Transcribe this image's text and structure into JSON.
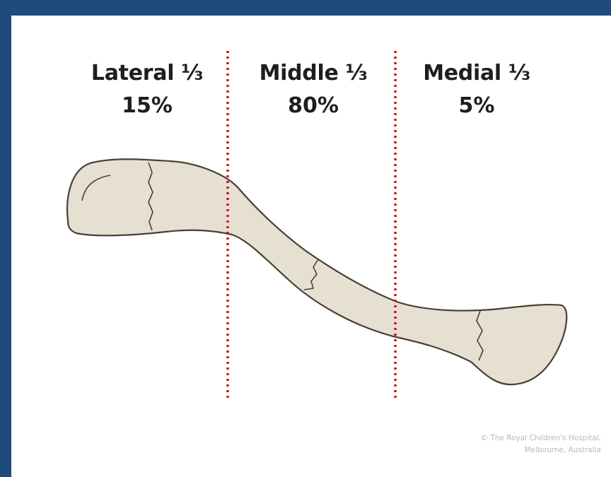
{
  "regions": [
    {
      "name": "Lateral ⅓",
      "percent": "15%"
    },
    {
      "name": "Middle ⅓",
      "percent": "80%"
    },
    {
      "name": "Medial ⅓",
      "percent": "5%"
    }
  ],
  "credit": {
    "line1": "© The Royal Children's Hospital,",
    "line2": "Melbourne, Australia"
  },
  "colors": {
    "frame": "#1e4a7e",
    "bone_fill": "#e6e0d3",
    "bone_outline": "#4a4032",
    "divider": "#c8161d"
  }
}
